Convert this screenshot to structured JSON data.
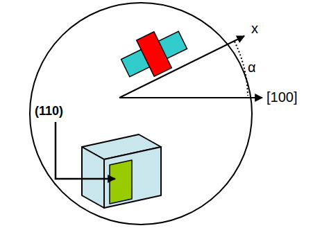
{
  "diagram": {
    "labels": [
      "(110)",
      "x",
      "α",
      "[100]"
    ]
  }
}
